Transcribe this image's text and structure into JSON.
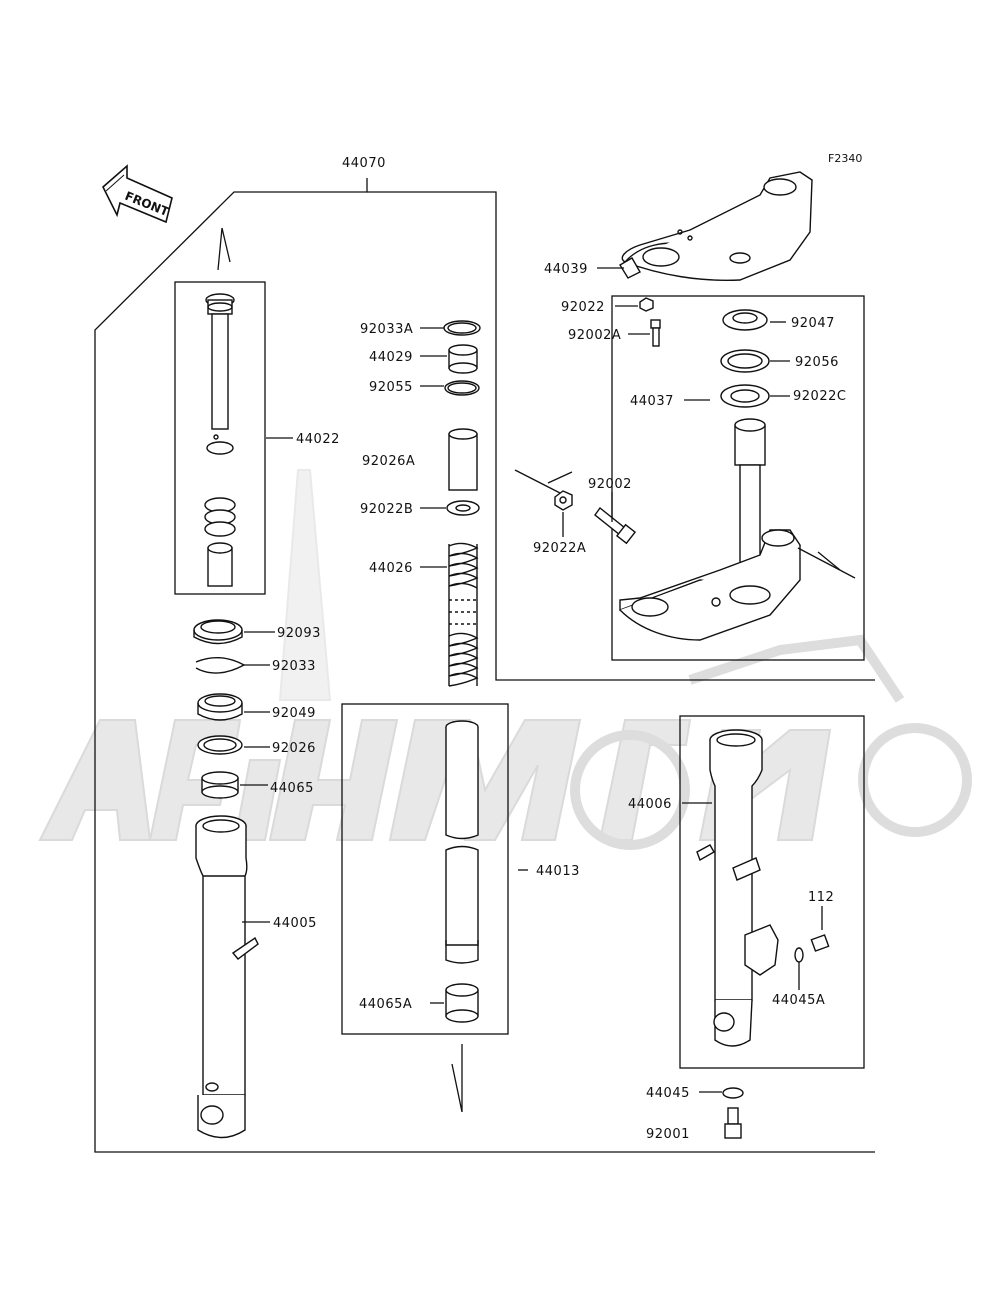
{
  "figure_code": "F2340",
  "direction_label": "FRONT",
  "parts": [
    {
      "id": "p44070",
      "label": "44070"
    },
    {
      "id": "p44039",
      "label": "44039"
    },
    {
      "id": "p92022",
      "label": "92022"
    },
    {
      "id": "p92002A",
      "label": "92002A"
    },
    {
      "id": "p92047",
      "label": "92047"
    },
    {
      "id": "p92056",
      "label": "92056"
    },
    {
      "id": "p44037",
      "label": "44037"
    },
    {
      "id": "p92022C",
      "label": "92022C"
    },
    {
      "id": "p92002",
      "label": "92002"
    },
    {
      "id": "p92022A",
      "label": "92022A"
    },
    {
      "id": "p92033A",
      "label": "92033A"
    },
    {
      "id": "p44029",
      "label": "44029"
    },
    {
      "id": "p92055",
      "label": "92055"
    },
    {
      "id": "p44022",
      "label": "44022"
    },
    {
      "id": "p92026A",
      "label": "92026A"
    },
    {
      "id": "p92022B",
      "label": "92022B"
    },
    {
      "id": "p44026",
      "label": "44026"
    },
    {
      "id": "p92093",
      "label": "92093"
    },
    {
      "id": "p92033",
      "label": "92033"
    },
    {
      "id": "p92049",
      "label": "92049"
    },
    {
      "id": "p92026",
      "label": "92026"
    },
    {
      "id": "p44065",
      "label": "44065"
    },
    {
      "id": "p44005",
      "label": "44005"
    },
    {
      "id": "p44013",
      "label": "44013"
    },
    {
      "id": "p44065A",
      "label": "44065A"
    },
    {
      "id": "p44006",
      "label": "44006"
    },
    {
      "id": "p112",
      "label": "112"
    },
    {
      "id": "p44045A",
      "label": "44045A"
    },
    {
      "id": "p44045",
      "label": "44045"
    },
    {
      "id": "p92001",
      "label": "92001"
    }
  ]
}
